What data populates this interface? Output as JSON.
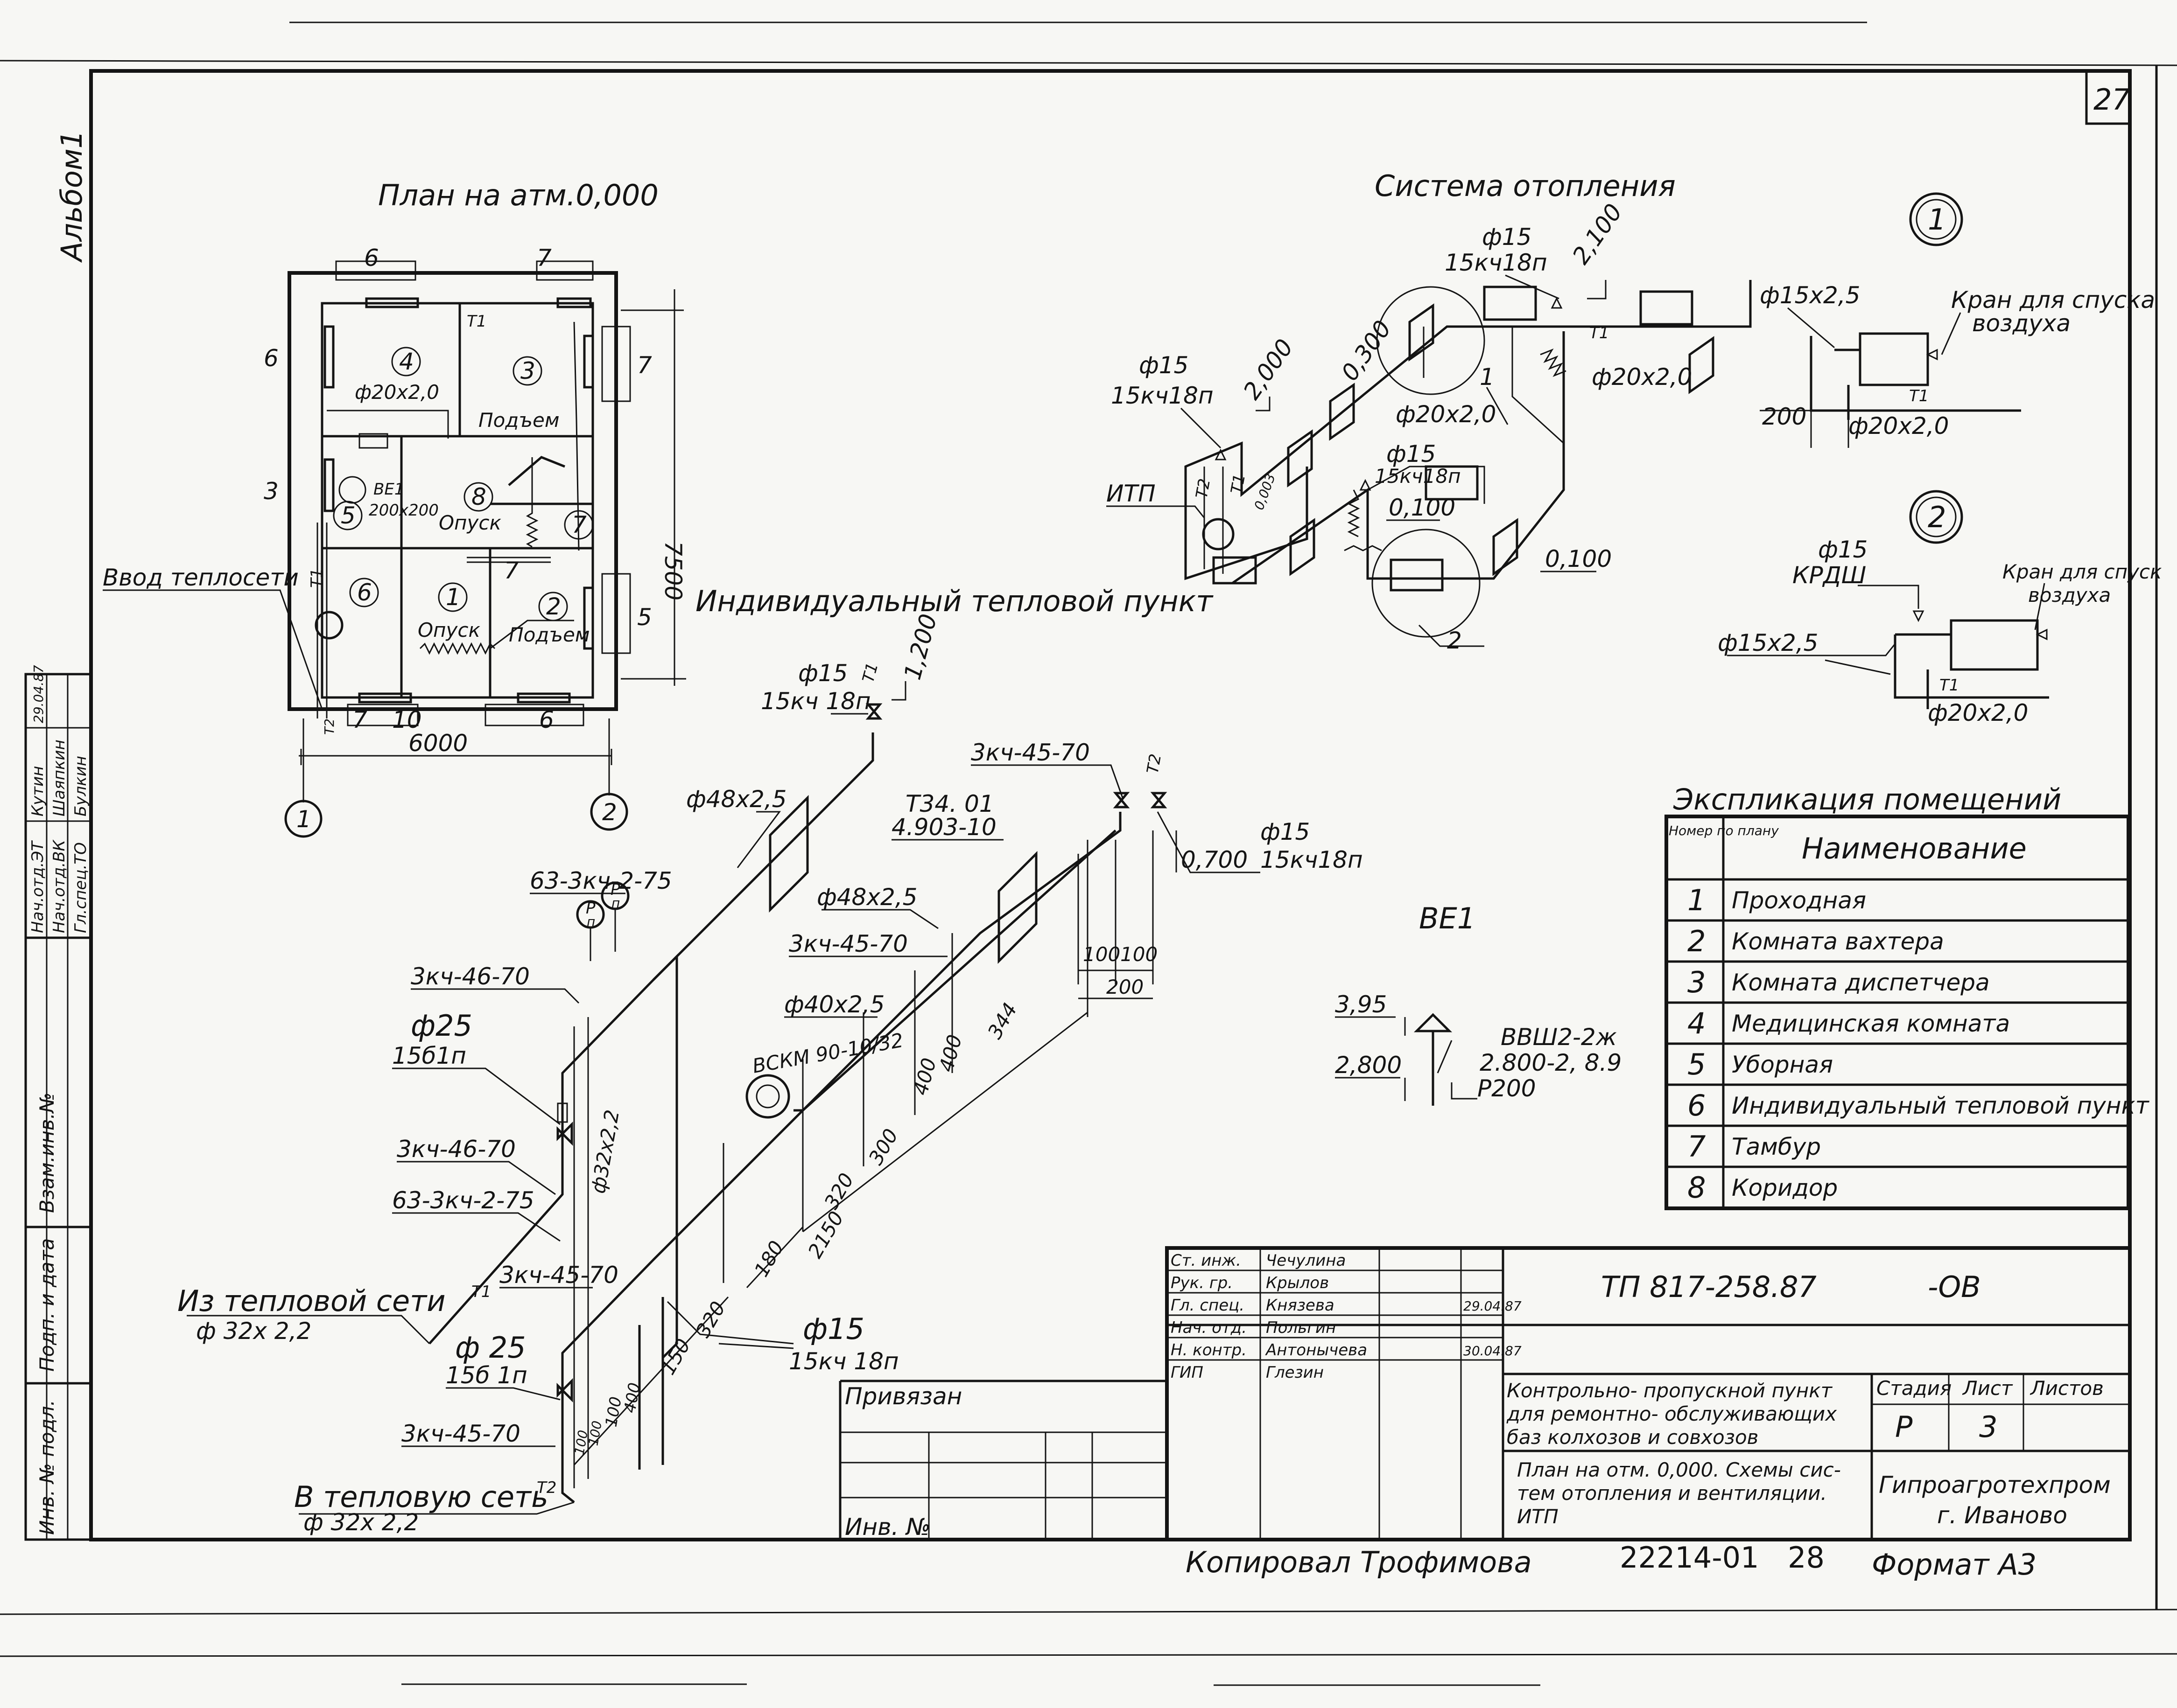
{
  "sheet": {
    "page_number": "27",
    "album": "Альбом1",
    "format": "Формат А3",
    "copied_by": "Копировал Трофимова",
    "archive_no": "22214-01",
    "archive_sheet": "28"
  },
  "plan": {
    "title": "План на атм.0,000",
    "rooms": [
      "4",
      "3",
      "5",
      "8",
      "7",
      "6",
      "1",
      "2"
    ],
    "axes": [
      "1",
      "2"
    ],
    "dims": {
      "total_width": "6000",
      "total_height": "7500"
    },
    "labels": {
      "pipe": "ф20х2,0",
      "riser_up": "Подъем",
      "riser_down": "Опуск",
      "riser_up_2": "Подъем",
      "riser_down_2": "Опуск",
      "ve": "ВЕ1",
      "duct": "200х200",
      "t1": "Т1",
      "t1_2": "Т1",
      "t2": "Т2",
      "inlet": "Ввод теплосети"
    },
    "edge_numbers": {
      "top_left": "6",
      "top_right": "7",
      "left_top": "6",
      "left_mid": "3",
      "right_top": "7",
      "right_bottom": "5",
      "bottom_a": "7",
      "bottom_b": "10",
      "bottom_c": "6",
      "inner": "7"
    }
  },
  "heating": {
    "title": "Система отопления",
    "labels": {
      "d15_top": "ф15",
      "valve_top": "15кч18п",
      "elev_2100": "2,100",
      "t1": "Т1",
      "d15_left": "ф15",
      "valve_left": "15кч18п",
      "elev_2000": "2,000",
      "elev_0300": "0,300",
      "itp": "ИТП",
      "t2": "Т2",
      "t1_left": "Т1",
      "pipe_a": "ф20х2,0",
      "pipe_b": "ф20х2,0",
      "branch_1": "1",
      "branch_2": "2",
      "d15_mid": "ф15",
      "valve_mid": "15кч18п",
      "elev_0100_a": "0,100",
      "elev_0100_b": "0,100",
      "elev_0003": "0,003"
    }
  },
  "details": {
    "d1": {
      "num": "1",
      "pipe_top": "ф15х2,5",
      "note_1": "Кран для спуска",
      "note_2": "воздуха",
      "t1": "Т1",
      "dim": "200",
      "pipe": "ф20х2,0"
    },
    "d2": {
      "num": "2",
      "d15": "ф15",
      "valve": "КРДШ",
      "note_1": "Кран для спуск",
      "note_2": "воздуха",
      "pipe_left": "ф15х2,5",
      "t1": "Т1",
      "pipe": "ф20х2,0"
    }
  },
  "itp": {
    "title": "Индивидуальный тепловой пункт",
    "labels": {
      "d15_a": "ф15",
      "valve_a": "15кч 18п",
      "elev_1200": "1,200",
      "t1": "Т1",
      "valve_3kch_top": "3кч-45-70",
      "t2": "Т2",
      "pipe_48_a": "ф48х2,5",
      "t34": "Т34. 01",
      "t34_b": "4.903-10",
      "d15_b": "ф15",
      "valve_b": "15кч18п",
      "elev_0700": "0,700",
      "gauge_valve_a": "63-3кч-2-75",
      "pipe_48_b": "ф48х2,5",
      "valve_3kch_b": "3кч-45-70",
      "valve_46_a": "3кч-46-70",
      "pipe_40": "ф40х2,5",
      "d25_a": "ф25",
      "valve_156": "15б1п",
      "pipe_32": "ф32х2,2",
      "meter": "ВСКМ 90-10/32",
      "valve_46_b": "3кч-46-70",
      "gauge_valve_b": "63-3кч-2-75",
      "from_net": "Из тепловой сети",
      "from_net_pipe": "ф 32х 2,2",
      "d25_b": "ф 25",
      "valve_156_b": "15б 1п",
      "valve_45_c": "3кч-45-70",
      "valve_45_d": "3кч-45-70",
      "to_net": "В тепловую сеть",
      "to_net_pipe": "ф 32х 2,2",
      "d15_c": "ф15",
      "valve_c": "15кч 18п",
      "t1_b": "Т1",
      "t2_b": "Т2",
      "gauge_p": "Р",
      "gauge_p_b": "п"
    },
    "dims": [
      "100",
      "100",
      "200",
      "344",
      "400",
      "400",
      "300",
      "320",
      "2150",
      "180",
      "320",
      "150",
      "400",
      "100",
      "100",
      "100"
    ]
  },
  "ve1": {
    "title": "ВЕ1",
    "elev_top": "3,95",
    "elev_mid": "2,800",
    "unit": "ВВШ2-2ж",
    "unit_b": "2.800-2, 8.9",
    "unit_c": "Р200"
  },
  "legend": {
    "title": "Экспликация помещений",
    "col_num": "Номер по плану",
    "col_name": "Наименование",
    "rows": [
      {
        "n": "1",
        "name": "Проходная"
      },
      {
        "n": "2",
        "name": "Комната вахтера"
      },
      {
        "n": "3",
        "name": "Комната диспетчера"
      },
      {
        "n": "4",
        "name": "Медицинская комната"
      },
      {
        "n": "5",
        "name": "Уборная"
      },
      {
        "n": "6",
        "name": "Индивидуальный тепловой пункт"
      },
      {
        "n": "7",
        "name": "Тамбур"
      },
      {
        "n": "8",
        "name": "Коридор"
      }
    ]
  },
  "title_block": {
    "doc_code": "ТП  817-258.87",
    "doc_suffix": "-ОВ",
    "signatures": [
      {
        "role": "Ст. инж.",
        "name": "Чечулина",
        "date": ""
      },
      {
        "role": "Рук. гр.",
        "name": "Крылов",
        "date": ""
      },
      {
        "role": "Гл. спец.",
        "name": "Князева",
        "date": "29.04.87"
      },
      {
        "role": "Нач. отд.",
        "name": "Польгин",
        "date": ""
      },
      {
        "role": "Н. контр.",
        "name": "Антонычева",
        "date": "30.04.87"
      },
      {
        "role": "ГИП",
        "name": "Глезин",
        "date": ""
      }
    ],
    "object_line1": "Контрольно- пропускной пункт",
    "object_line2": "для ремонтно- обслуживающих",
    "object_line3": "баз колхозов и совхозов",
    "sheet_line1": "План на отм. 0,000. Схемы сис-",
    "sheet_line2": "тем отопления и вентиляции.",
    "sheet_line3": "ИТП",
    "stage_label": "Стадия",
    "stage": "Р",
    "sheet_label": "Лист",
    "sheet_no": "3",
    "sheets_label": "Листов",
    "sheets_total": "",
    "org_line1": "Гипроагротехпром",
    "org_line2": "г. Иваново",
    "binding": "Привязан",
    "inv": "Инв. №"
  },
  "side_stamp": {
    "rows": [
      {
        "role": "Нач.отд.ЭТ",
        "name": "Кутин"
      },
      {
        "role": "Нач.отд.ВК",
        "name": "Шаяпкин"
      },
      {
        "role": "Гл.спец.ТО",
        "name": "Булкин"
      }
    ],
    "date_a": "29.04.87",
    "cells": [
      "Взам.инв.№",
      "Подп. и дата",
      "Инв. № подл."
    ]
  }
}
